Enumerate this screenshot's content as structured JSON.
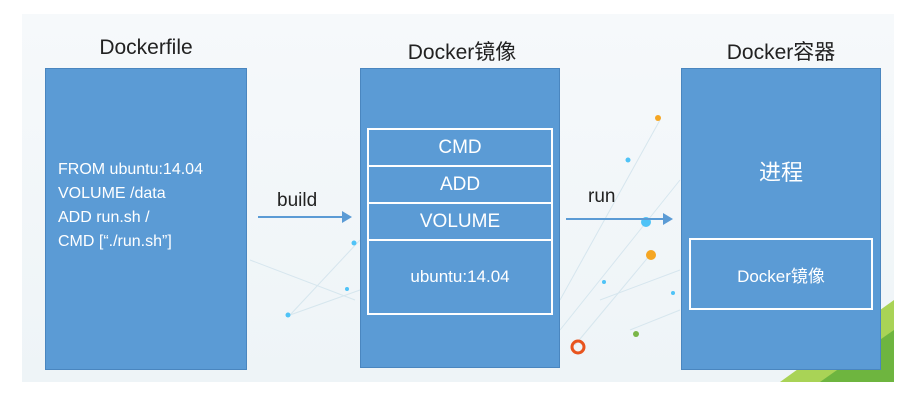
{
  "dockerfile": {
    "title": "Dockerfile",
    "lines": [
      "FROM ubuntu:14.04",
      "VOLUME /data",
      "ADD run.sh /",
      "CMD [“./run.sh”]"
    ]
  },
  "image": {
    "title": "Docker镜像",
    "layers": [
      "CMD",
      "ADD",
      "VOLUME",
      "ubuntu:14.04"
    ]
  },
  "container": {
    "title": "Docker容器",
    "process_label": "进程",
    "inner_label": "Docker镜像"
  },
  "arrows": {
    "build": "build",
    "run": "run"
  },
  "colors": {
    "box": "#5b9bd5",
    "arrow": "#5b9bd5",
    "dot_orange": "#f5a623",
    "dot_green": "#7ab648",
    "dot_blue": "#4fc3f7"
  }
}
